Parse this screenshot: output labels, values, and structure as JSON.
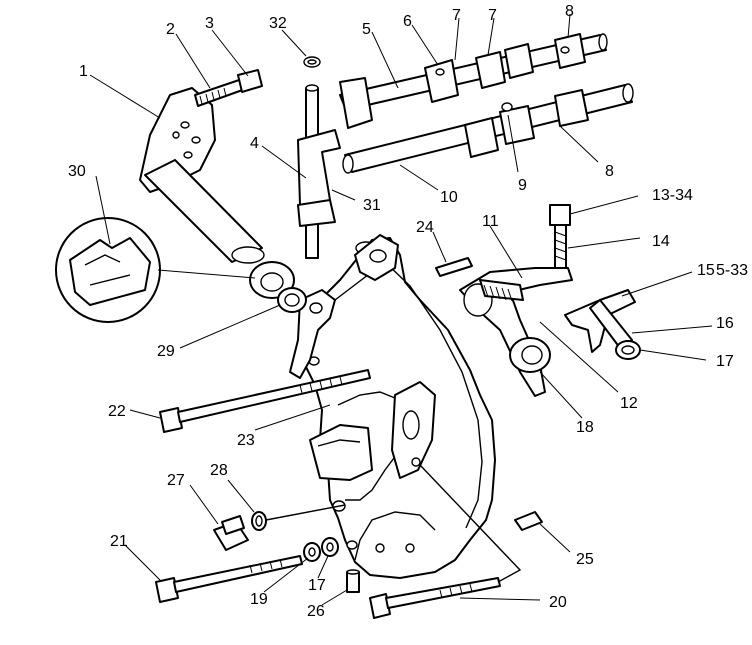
{
  "labels": {
    "l1": "1",
    "l2": "2",
    "l3": "3",
    "l4": "4",
    "l5": "5",
    "l6": "6",
    "l7a": "7",
    "l7b": "7",
    "l8a": "8",
    "l8b": "8",
    "l9": "9",
    "l10": "10",
    "l11": "11",
    "l12": "12",
    "l13": "13-34",
    "l14": "14",
    "l15": "15",
    "l15b": "5-33",
    "l16": "16",
    "l17a": "17",
    "l17b": "17",
    "l18": "18",
    "l19": "19",
    "l20": "20",
    "l21": "21",
    "l22": "22",
    "l23": "23",
    "l24": "24",
    "l25": "25",
    "l26": "26",
    "l27": "27",
    "l28": "28",
    "l29": "29",
    "l30": "30",
    "l31": "31",
    "l32": "32"
  }
}
